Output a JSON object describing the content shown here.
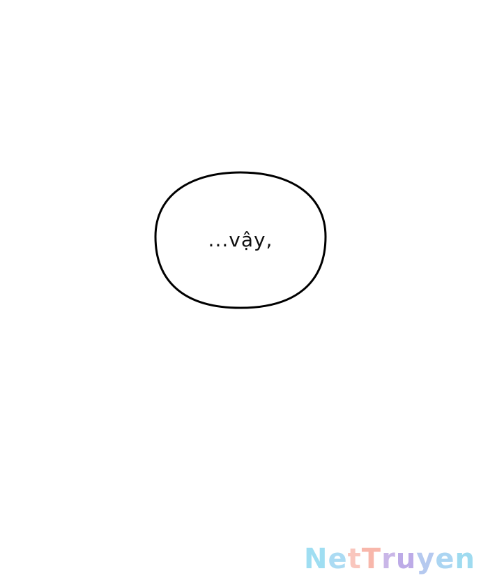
{
  "speech_bubble": {
    "text": "...vậy,"
  },
  "watermark": {
    "letters": [
      "N",
      "e",
      "t",
      "T",
      "r",
      "u",
      "y",
      "e",
      "n"
    ],
    "colors": [
      "#7fd3ee",
      "#8fd0f0",
      "#f7b3a8",
      "#f6a08f",
      "#b89ee0",
      "#a78fe0",
      "#9db8ea",
      "#8fc8ee",
      "#7fd0ec"
    ]
  }
}
